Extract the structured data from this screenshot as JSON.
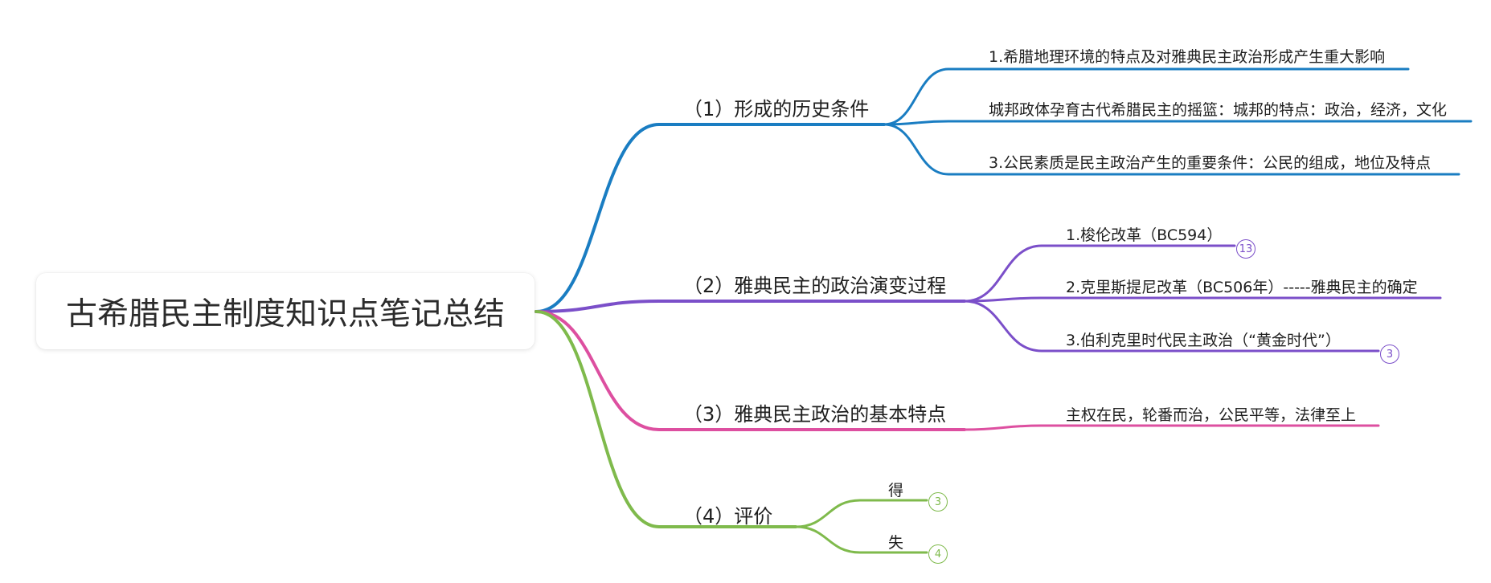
{
  "root": {
    "title": "古希腊民主制度知识点笔记总结"
  },
  "branches": [
    {
      "label": "（1）形成的历史条件",
      "color": "#1a7dc2",
      "children": [
        {
          "label": "1.希腊地理环境的特点及对雅典民主政治形成产生重大影响"
        },
        {
          "label": "城邦政体孕育古代希腊民主的摇篮：城邦的特点：政治，经济，文化"
        },
        {
          "label": "3.公民素质是民主政治产生的重要条件：公民的组成，地位及特点"
        }
      ]
    },
    {
      "label": "（2）雅典民主的政治演变过程",
      "color": "#7b4fc9",
      "children": [
        {
          "label": "1.梭伦改革（BC594）",
          "badge": "13"
        },
        {
          "label": "2.克里斯提尼改革（BC506年）-----雅典民主的确定"
        },
        {
          "label": "3.伯利克里时代民主政治（“黄金时代”）",
          "badge": "3"
        }
      ]
    },
    {
      "label": "（3）雅典民主政治的基本特点",
      "color": "#dd4fa0",
      "children": [
        {
          "label": "主权在民，轮番而治，公民平等，法律至上"
        }
      ]
    },
    {
      "label": "（4）评价",
      "color": "#7fba4c",
      "children": [
        {
          "label": "得",
          "badge": "3"
        },
        {
          "label": "失",
          "badge": "4"
        }
      ]
    }
  ]
}
